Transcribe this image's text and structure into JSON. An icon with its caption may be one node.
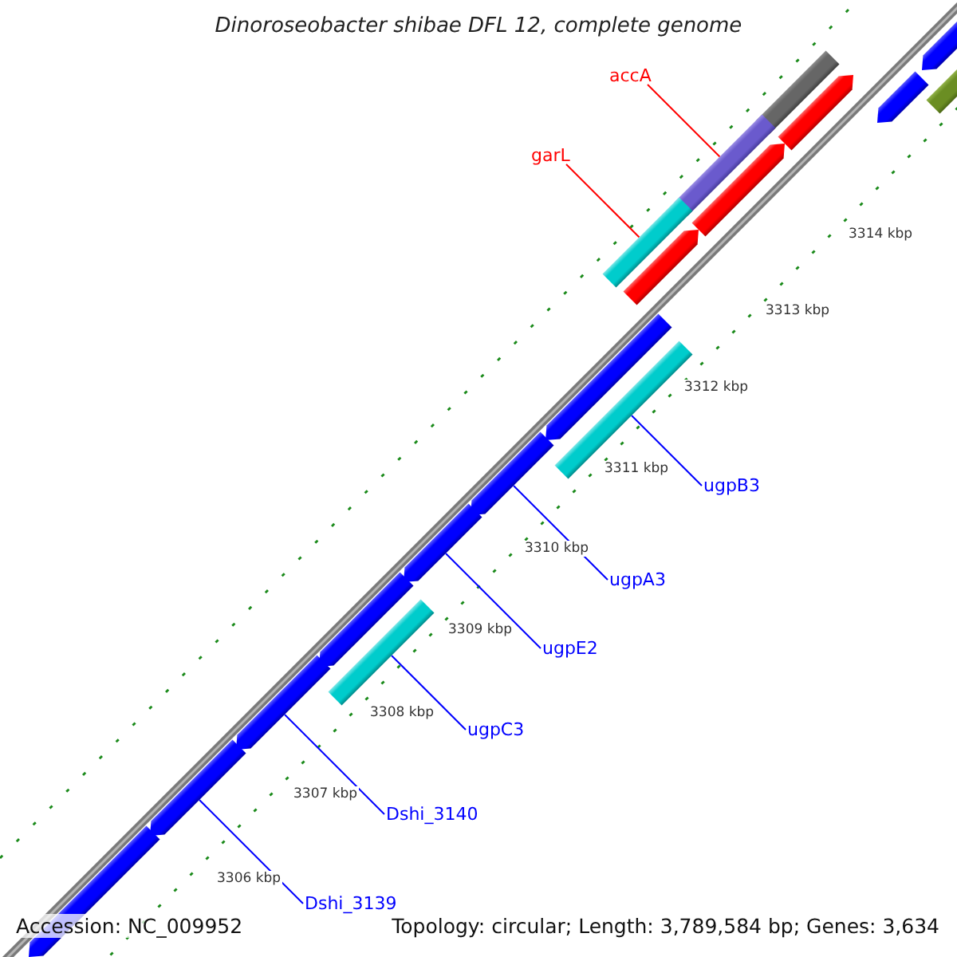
{
  "diagram": {
    "title": "Dinoroseobacter shibae DFL 12, complete genome",
    "nodes": [
      {
        "text": [
          "accA"
        ]
      },
      {
        "text": [
          "garL"
        ]
      },
      {
        "text": [
          "ugpB3"
        ]
      },
      {
        "text": [
          "ugpA3"
        ]
      },
      {
        "text": [
          "ugpE2"
        ]
      },
      {
        "text": [
          "ugpC3"
        ]
      },
      {
        "text": [
          "Dshi_3140"
        ]
      },
      {
        "text": [
          "Dshi_3139"
        ]
      },
      {
        "text": [],
        "shape": "bar"
      },
      {
        "text": [],
        "shape": "bar"
      },
      {
        "text": [],
        "shape": "bar"
      },
      {
        "text": [],
        "shape": "bar"
      },
      {
        "text": [],
        "shape": "bar"
      },
      {
        "text": [],
        "shape": "bar"
      },
      {
        "text": [],
        "shape": "bar"
      },
      {
        "text": [],
        "shape": "bar"
      },
      {
        "text": [],
        "shape": "bar"
      },
      {
        "text": [],
        "shape": "bar"
      },
      {
        "text": [],
        "shape": "bar"
      },
      {
        "text": [],
        "shape": "bar"
      },
      {
        "text": [],
        "shape": "bar"
      },
      {
        "text": [],
        "shape": "bar"
      },
      {
        "text": [],
        "shape": "bar"
      },
      {
        "text": [],
        "shape": "bar"
      },
      {
        "text": [],
        "shape": "bar"
      },
      {
        "text": [],
        "shape": "bar"
      }
    ],
    "edges": [
      {
        "from": 0,
        "to": 12,
        "arrow": "none",
        "color": "#ff0000"
      },
      {
        "from": 1,
        "to": 15,
        "arrow": "none",
        "color": "#ff0000"
      },
      {
        "from": 2,
        "to": 18,
        "arrow": "none"
      },
      {
        "from": 3,
        "to": 19,
        "arrow": "none"
      },
      {
        "from": 4,
        "to": 20,
        "arrow": "none"
      },
      {
        "from": 5,
        "to": 22,
        "arrow": "none"
      },
      {
        "from": 6,
        "to": 23,
        "arrow": "none"
      },
      {
        "from": 7,
        "to": 24,
        "arrow": "none"
      }
    ],
    "labels": [
      "3314 kbp",
      "3313 kbp",
      "3312 kbp",
      "3311 kbp",
      "3310 kbp",
      "3309 kbp",
      "3308 kbp",
      "3307 kbp",
      "3306 kbp",
      "Accession: NC_009952",
      "Topology: circular; Length: 3,789,584 bp; Genes: 3,634"
    ]
  }
}
